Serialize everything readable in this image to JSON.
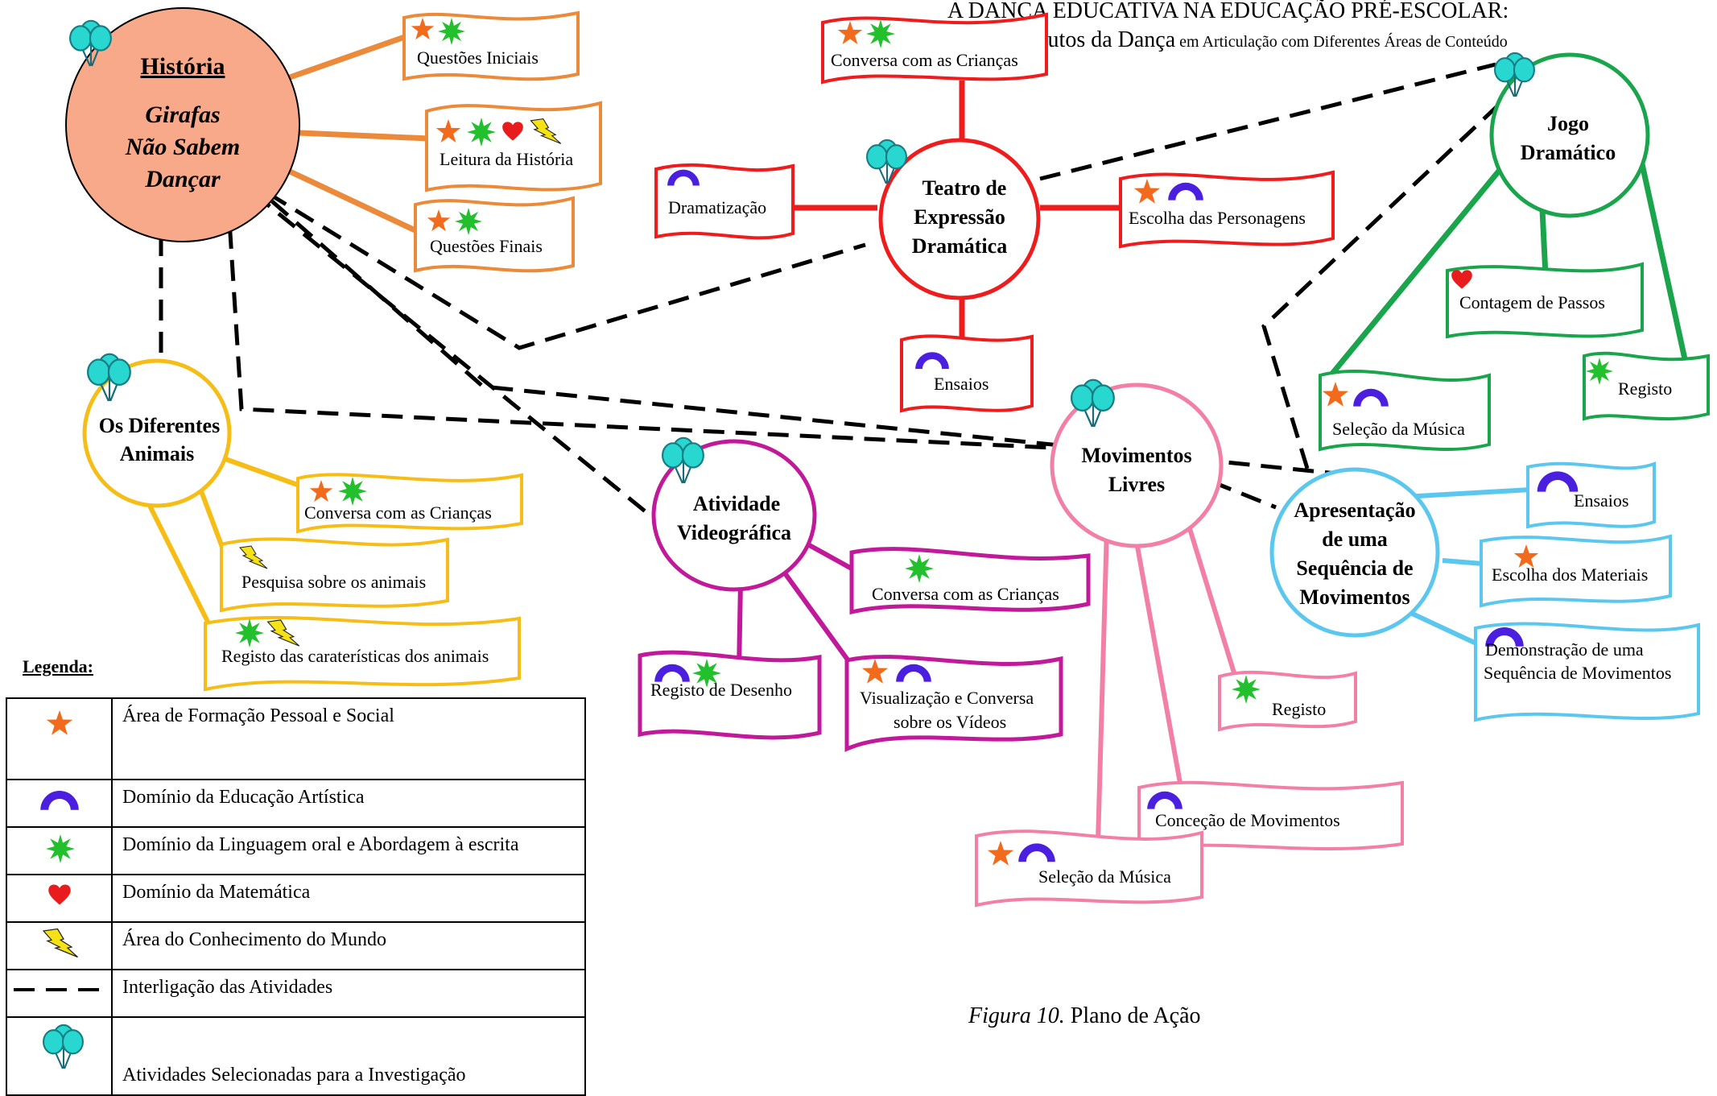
{
  "header": {
    "line1": "A DANÇA EDUCATIVA NA EDUCAÇÃO PRÉ-ESCOLAR:",
    "line2_main": "Contributos da Dança",
    "line2_rest": " em Articulação com Diferentes Áreas de Conteúdo"
  },
  "caption": {
    "figure": "Figura 10.",
    "title": " Plano de Ação"
  },
  "colors": {
    "historia": "#ea8a3a",
    "historia_fill": "#f8a98a",
    "teatro": "#ee1c1c",
    "jogo": "#1aa54d",
    "animais": "#f5bd16",
    "video": "#c0199a",
    "movimentos": "#f27fa6",
    "apresentacao": "#5bc7ee",
    "star": "#f26b1d",
    "arch": "#4b1fe0",
    "burst": "#22c02c",
    "heart": "#e81c1c",
    "bolt": "#f5e216",
    "balloon": "#27d7d0"
  },
  "hubs": {
    "historia": {
      "title": "História",
      "lines": [
        "Girafas",
        "Não Sabem",
        "Dançar"
      ]
    },
    "teatro": {
      "lines": [
        "Teatro de",
        "Expressão",
        "Dramática"
      ]
    },
    "jogo": {
      "lines": [
        "Jogo",
        "Dramático"
      ]
    },
    "animais": {
      "lines": [
        "Os Diferentes",
        "Animais"
      ]
    },
    "video": {
      "lines": [
        "Atividade",
        "Videográfica"
      ]
    },
    "movimentos": {
      "lines": [
        "Movimentos",
        "Livres"
      ]
    },
    "apresentacao": {
      "lines": [
        "Apresentação",
        "de uma",
        "Sequência de",
        "Movimentos"
      ]
    }
  },
  "activities": {
    "questoes_iniciais": "Questões Iniciais",
    "leitura_historia": "Leitura da História",
    "questoes_finais": "Questões Finais",
    "conversa_criancas_teatro": "Conversa com as Crianças",
    "dramatizacao": "Dramatização",
    "escolha_personagens": "Escolha das Personagens",
    "ensaios_teatro": "Ensaios",
    "contagem_passos": "Contagem de Passos",
    "selecao_musica_jogo": "Seleção da Música",
    "registo_jogo": "Registo",
    "conversa_criancas_animais": "Conversa com as Crianças",
    "pesquisa_animais": "Pesquisa sobre os animais",
    "registo_caracteristicas": "Registo das caraterísticas dos animais",
    "conversa_criancas_video": "Conversa com as Crianças",
    "registo_desenho": "Registo de Desenho",
    "visualizacao_line1": "Visualização e Conversa",
    "visualizacao_line2": "sobre os Vídeos",
    "registo_movimentos": "Registo",
    "concecao_movimentos": "Conceção de Movimentos",
    "selecao_musica_mov": "Seleção da Música",
    "ensaios_apresentacao": "Ensaios",
    "escolha_materiais": "Escolha dos Materiais",
    "demonstracao_line1": "Demonstração de uma",
    "demonstracao_line2": "Sequência de Movimentos"
  },
  "legend": {
    "title": "Legenda:",
    "items": [
      {
        "icon": "star",
        "label": "Área de Formação Pessoal e Social"
      },
      {
        "icon": "arch",
        "label": "Domínio da Educação Artística"
      },
      {
        "icon": "burst",
        "label": "Domínio da Linguagem oral e Abordagem à escrita"
      },
      {
        "icon": "heart",
        "label": "Domínio da Matemática"
      },
      {
        "icon": "bolt",
        "label": "Área do Conhecimento do Mundo"
      },
      {
        "icon": "dashed-line",
        "label": "Interligação das Atividades"
      },
      {
        "icon": "balloons",
        "label": "Atividades Selecionadas para a Investigação"
      }
    ]
  }
}
